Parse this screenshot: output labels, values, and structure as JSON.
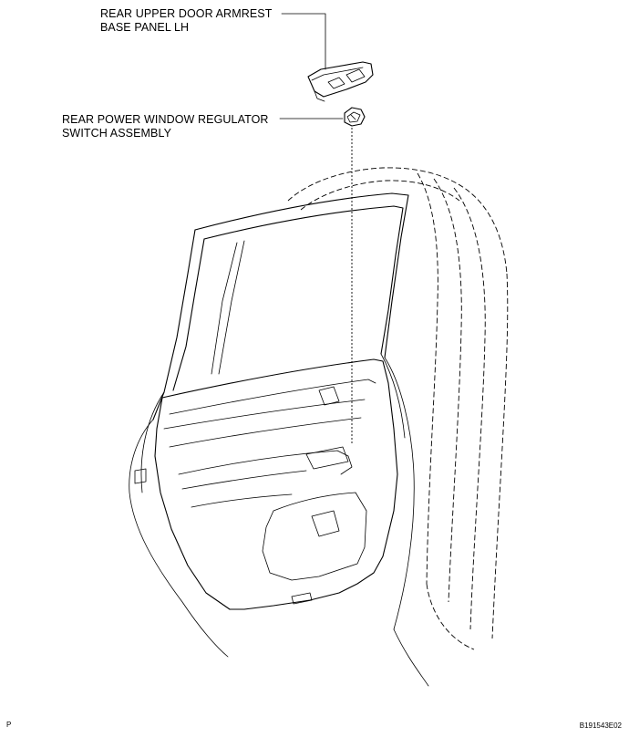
{
  "callouts": {
    "armrest_panel": {
      "line1": "REAR UPPER DOOR ARMREST",
      "line2": "BASE PANEL LH"
    },
    "window_switch": {
      "line1": "REAR POWER WINDOW REGULATOR",
      "line2": "SWITCH ASSEMBLY"
    }
  },
  "footer": {
    "left": "P",
    "right": "B191543E02"
  }
}
